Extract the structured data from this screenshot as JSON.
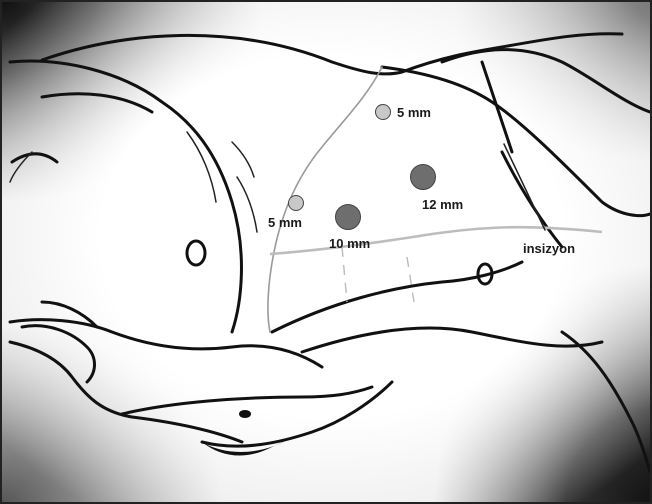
{
  "labels": {
    "port_5mm_top": "5 mm",
    "port_5mm_left": "5 mm",
    "port_10mm": "10 mm",
    "port_12mm": "12 mm",
    "incision": "insizyon"
  },
  "colors": {
    "port_5mm": "#c8c8c8",
    "port_10mm": "#6e6e6e",
    "port_12mm": "#6e6e6e",
    "incision_line": "#bdbdbd"
  }
}
